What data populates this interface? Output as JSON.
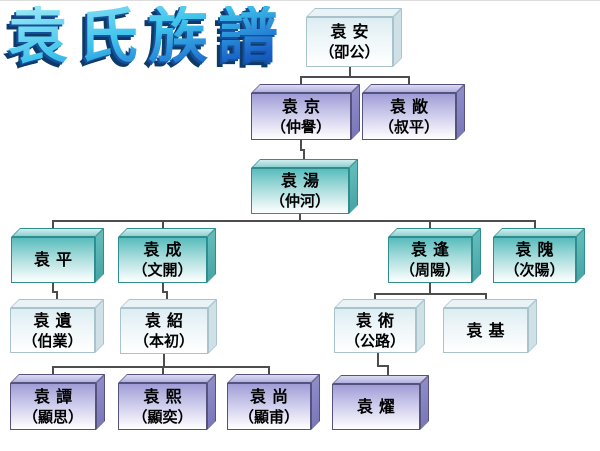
{
  "title": "袁氏族譜",
  "colors": {
    "title_light": "#a0ecf8",
    "title_dark": "#1a63c9",
    "title_extrude": "#0d3a66",
    "line": "#4d4d4d",
    "teal": "#58bcbc",
    "purple": "#a09dd6",
    "pale": "#dcedf2"
  },
  "nodes": [
    {
      "id": "yuan-an",
      "name": "袁安",
      "courtesy": "（卲公）",
      "variant": "pale",
      "parent": null
    },
    {
      "id": "yuan-jing",
      "name": "袁京",
      "courtesy": "（仲譽）",
      "variant": "purple",
      "parent": "yuan-an"
    },
    {
      "id": "yuan-chang",
      "name": "袁敞",
      "courtesy": "（叔平）",
      "variant": "purple",
      "parent": "yuan-an"
    },
    {
      "id": "yuan-tang",
      "name": "袁湯",
      "courtesy": "（仲河）",
      "variant": "teal",
      "parent": "yuan-jing"
    },
    {
      "id": "yuan-ping",
      "name": "袁平",
      "courtesy": "",
      "variant": "teal",
      "parent": "yuan-tang"
    },
    {
      "id": "yuan-cheng",
      "name": "袁成",
      "courtesy": "（文開）",
      "variant": "teal",
      "parent": "yuan-tang"
    },
    {
      "id": "yuan-feng",
      "name": "袁逢",
      "courtesy": "（周陽）",
      "variant": "teal",
      "parent": "yuan-tang"
    },
    {
      "id": "yuan-wei",
      "name": "袁隗",
      "courtesy": "（次陽）",
      "variant": "teal",
      "parent": "yuan-tang"
    },
    {
      "id": "yuan-yi",
      "name": "袁遺",
      "courtesy": "（伯業）",
      "variant": "pale",
      "parent": "yuan-ping"
    },
    {
      "id": "yuan-shao",
      "name": "袁紹",
      "courtesy": "（本初）",
      "variant": "pale",
      "parent": "yuan-cheng"
    },
    {
      "id": "yuan-shu",
      "name": "袁術",
      "courtesy": "（公路）",
      "variant": "pale",
      "parent": "yuan-feng"
    },
    {
      "id": "yuan-ji",
      "name": "袁基",
      "courtesy": "",
      "variant": "pale",
      "parent": "yuan-feng"
    },
    {
      "id": "yuan-tan",
      "name": "袁譚",
      "courtesy": "（顯思）",
      "variant": "purple",
      "parent": "yuan-shao"
    },
    {
      "id": "yuan-xi",
      "name": "袁熙",
      "courtesy": "（顯奕）",
      "variant": "purple",
      "parent": "yuan-shao"
    },
    {
      "id": "yuan-shang",
      "name": "袁尚",
      "courtesy": "（顯甫）",
      "variant": "purple",
      "parent": "yuan-shao"
    },
    {
      "id": "yuan-yao",
      "name": "袁燿",
      "courtesy": "",
      "variant": "purple",
      "parent": "yuan-shu"
    }
  ]
}
